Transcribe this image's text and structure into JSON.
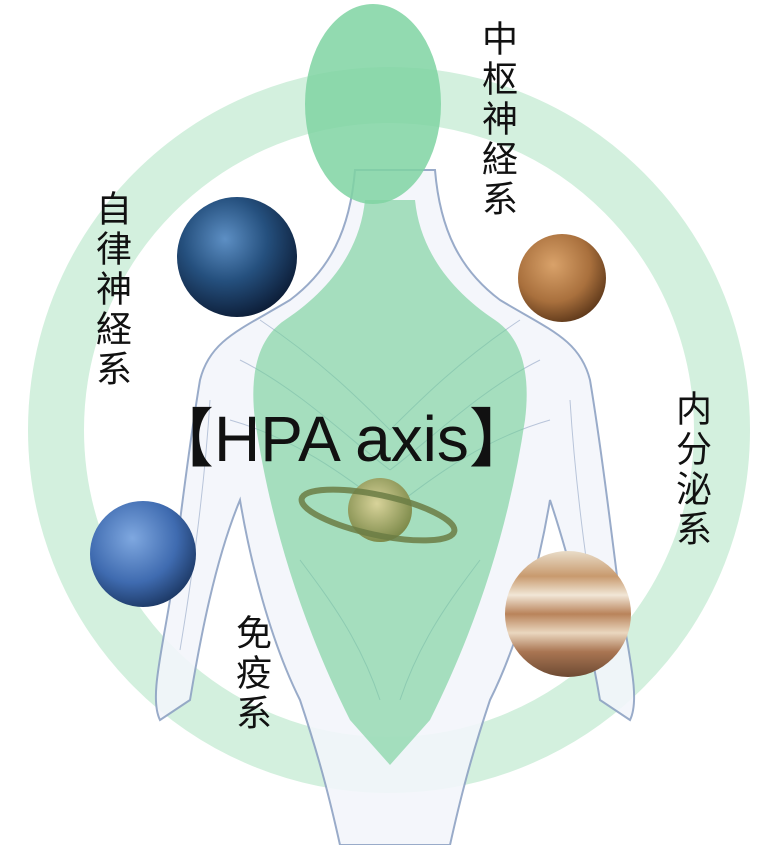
{
  "labels": {
    "cns": "中枢神経系",
    "ans": "自律神経系",
    "endocrine": "内分泌系",
    "immune": "免疫系",
    "hpa": "【HPA axis】"
  },
  "colors": {
    "ring": "#d3f0de",
    "head": "#7fd3a2",
    "body": "#6fcf96",
    "outline": "#8fa3c4"
  }
}
